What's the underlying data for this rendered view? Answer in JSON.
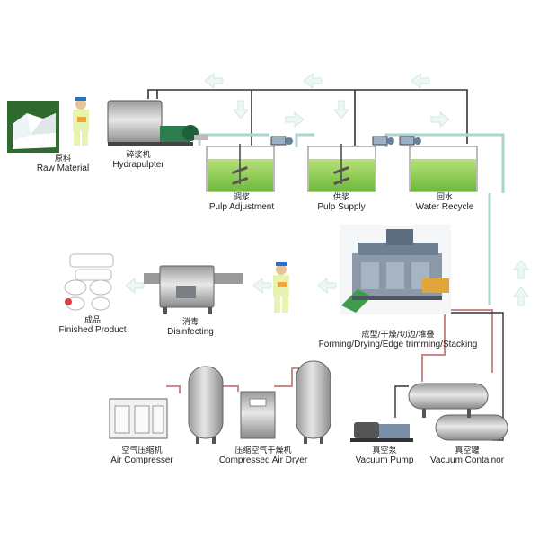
{
  "stations": [
    {
      "id": "raw-material",
      "zh": "原料",
      "en": "Raw Material"
    },
    {
      "id": "hydrapulpter",
      "zh": "碎浆机",
      "en": "Hydrapulpter"
    },
    {
      "id": "pulp-adjustment",
      "zh": "调浆",
      "en": "Pulp Adjustment"
    },
    {
      "id": "pulp-supply",
      "zh": "供浆",
      "en": "Pulp Supply"
    },
    {
      "id": "water-recycle",
      "zh": "回水",
      "en": "Water Recycle"
    },
    {
      "id": "forming",
      "zh": "成型/干燥/切边/堆叠",
      "en": "Forming/Drying/Edge trimming/Stacking"
    },
    {
      "id": "disinfecting",
      "zh": "消毒",
      "en": "Disinfecting"
    },
    {
      "id": "finished-product",
      "zh": "成品",
      "en": "Finished Product"
    },
    {
      "id": "air-compresser",
      "zh": "空气压缩机",
      "en": "Air Compresser"
    },
    {
      "id": "air-dryer",
      "zh": "压缩空气干燥机",
      "en": "Compressed Air Dryer"
    },
    {
      "id": "vacuum-pump",
      "zh": "真空泵",
      "en": "Vacuum Pump"
    },
    {
      "id": "vacuum-container",
      "zh": "真空罐",
      "en": "Vacuum Containor"
    }
  ],
  "colors": {
    "pulp": "#9bd65a",
    "pipe": "#333333",
    "water_pipe": "#a9d6cf",
    "air_pipe": "#c98a8a",
    "arrow": "#d3efe2",
    "steel": "#c8c8c8",
    "worker_shirt": "#e7f3b0"
  }
}
